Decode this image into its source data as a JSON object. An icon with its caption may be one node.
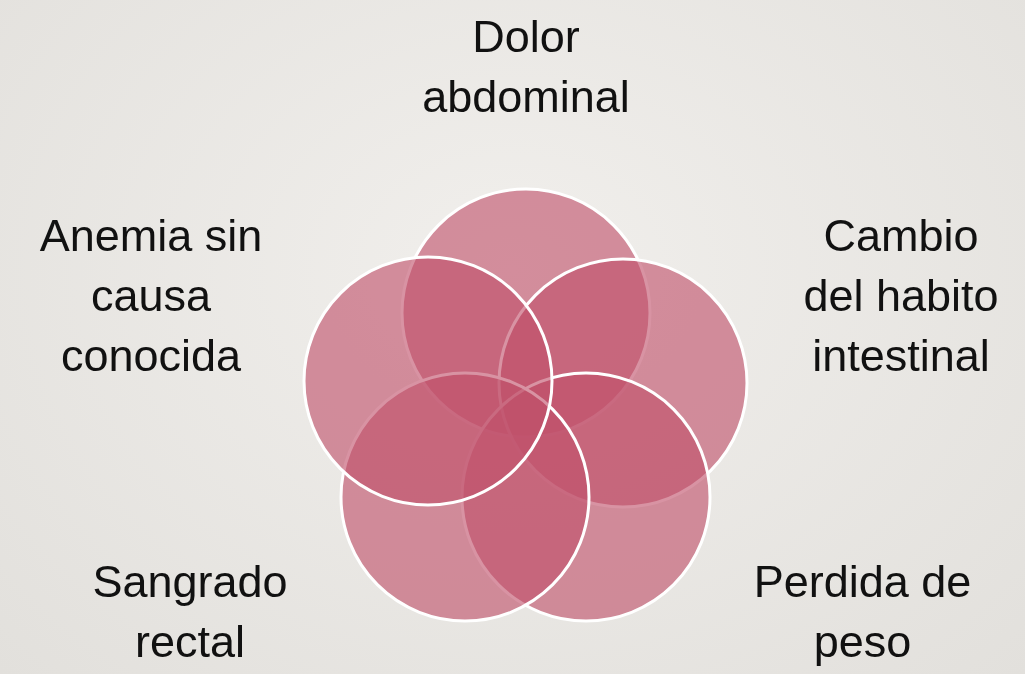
{
  "diagram": {
    "nodes": [
      {
        "text": [],
        "shape": "circle",
        "beside": [
          "Dolor abdominal"
        ]
      },
      {
        "text": [],
        "shape": "circle",
        "beside": [
          "Cambio del habito intestinal"
        ]
      },
      {
        "text": [],
        "shape": "circle",
        "beside": [
          "Perdida de peso"
        ]
      },
      {
        "text": [],
        "shape": "circle",
        "beside": [
          "Sangrado rectal"
        ]
      },
      {
        "text": [],
        "shape": "circle",
        "beside": [
          "Anemia sin causa conocida"
        ]
      }
    ],
    "edges": []
  }
}
